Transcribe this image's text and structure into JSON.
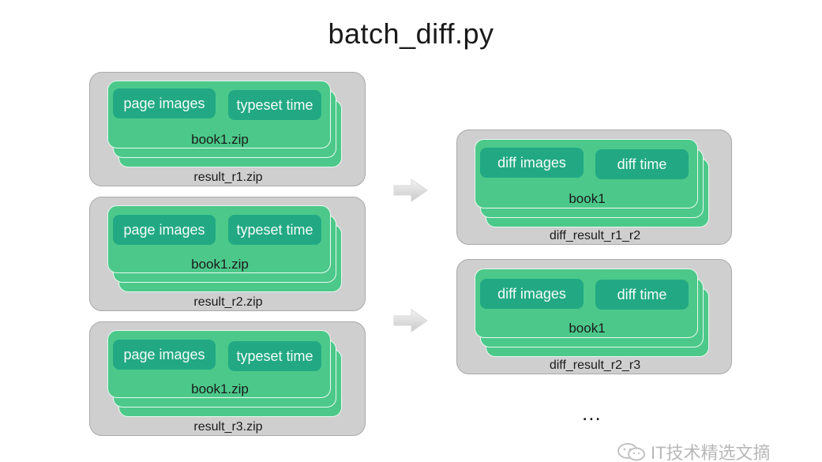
{
  "title": "batch_diff.py",
  "results": [
    {
      "pill1": "page images",
      "pill2": "typeset time",
      "inner": "book1.zip",
      "caption": "result_r1.zip"
    },
    {
      "pill1": "page images",
      "pill2": "typeset time",
      "inner": "book1.zip",
      "caption": "result_r2.zip"
    },
    {
      "pill1": "page images",
      "pill2": "typeset time",
      "inner": "book1.zip",
      "caption": "result_r3.zip"
    }
  ],
  "diffs": [
    {
      "pill1": "diff images",
      "pill2": "diff time",
      "inner": "book1",
      "caption": "diff_result_r1_r2"
    },
    {
      "pill1": "diff images",
      "pill2": "diff time",
      "inner": "book1",
      "caption": "diff_result_r2_r3"
    }
  ],
  "ellipsis": "...",
  "watermark": "IT技术精选文摘",
  "colors": {
    "green": "#4cc98a",
    "pill": "#22a984",
    "gray": "#cfcfcf"
  }
}
